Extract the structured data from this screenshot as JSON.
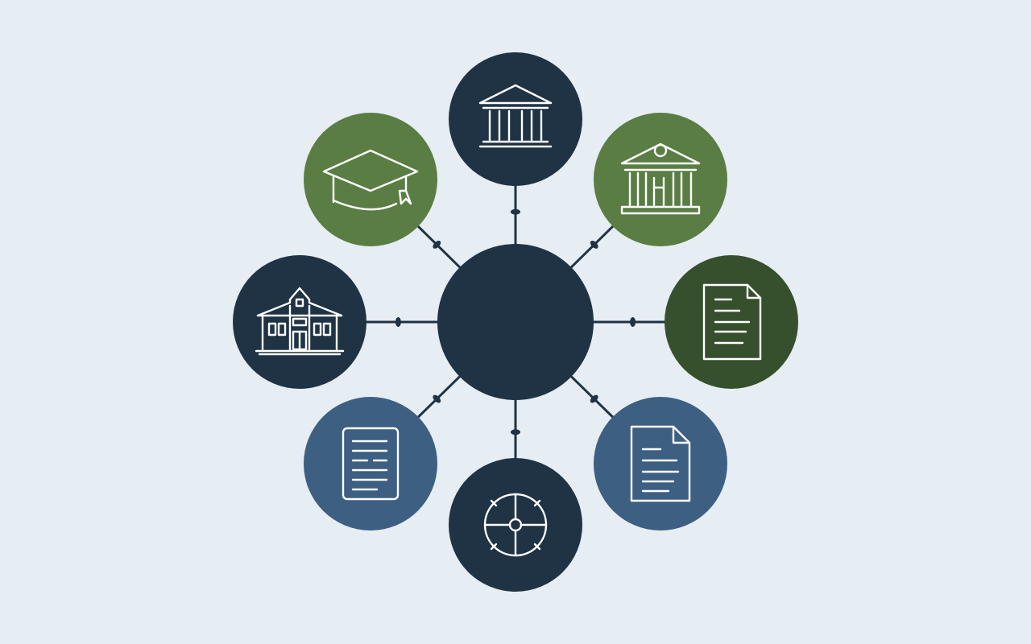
{
  "colors": {
    "background": "#e6edf3",
    "connector": "#1f3345",
    "hub": "#1f3345",
    "navy": "#1f3345",
    "green": "#5a7d44",
    "dark_green": "#36502d",
    "blue": "#3d5f82",
    "icon_stroke": "#ffffff"
  },
  "hub": {
    "label": ""
  },
  "nodes": [
    {
      "id": "top",
      "icon": "classical-building-icon",
      "color": "navy"
    },
    {
      "id": "top-right",
      "icon": "museum-building-icon",
      "color": "green"
    },
    {
      "id": "right",
      "icon": "document-icon",
      "color": "dark_green"
    },
    {
      "id": "bottom-right",
      "icon": "file-icon",
      "color": "blue"
    },
    {
      "id": "bottom",
      "icon": "target-crosshair-icon",
      "color": "navy"
    },
    {
      "id": "bottom-left",
      "icon": "text-document-icon",
      "color": "blue"
    },
    {
      "id": "left",
      "icon": "school-building-icon",
      "color": "navy"
    },
    {
      "id": "top-left",
      "icon": "graduation-cap-icon",
      "color": "green"
    }
  ]
}
